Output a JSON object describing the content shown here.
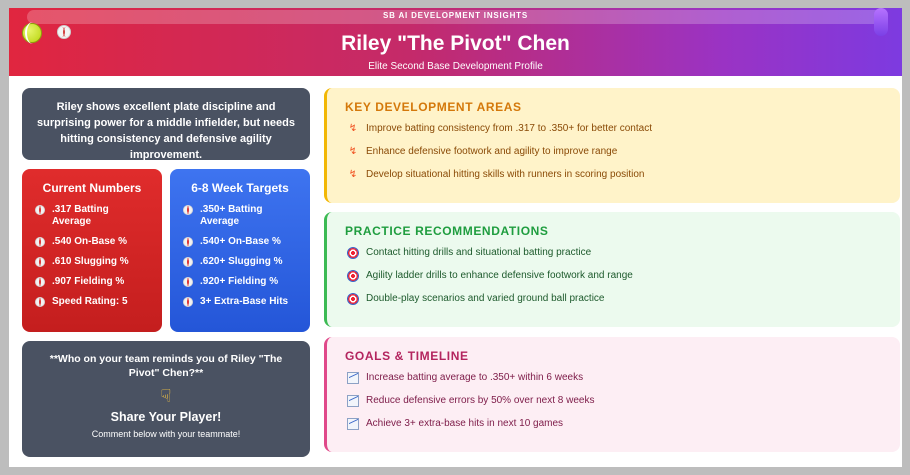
{
  "header": {
    "brand": "SB AI DEVELOPMENT INSIGHTS",
    "title": "Riley \"The Pivot\" Chen",
    "subtitle": "Elite Second Base Development Profile"
  },
  "summary": {
    "text": "Riley shows excellent plate discipline and surprising power for a middle infielder, but needs hitting consistency and defensive agility improvement."
  },
  "current_numbers": {
    "title": "Current Numbers",
    "items": [
      ".317 Batting Average",
      ".540 On-Base %",
      ".610 Slugging %",
      ".907 Fielding %",
      "Speed Rating: 5"
    ]
  },
  "targets": {
    "title": "6-8 Week Targets",
    "items": [
      ".350+ Batting Average",
      ".540+ On-Base %",
      ".620+ Slugging %",
      ".920+ Fielding %",
      "3+ Extra-Base Hits"
    ]
  },
  "share": {
    "question": "**Who on your team reminds you of Riley \"The Pivot\" Chen?**",
    "icon": "pointing-down-hand-icon",
    "title": "Share Your Player!",
    "subtitle": "Comment below with your teammate!"
  },
  "development": {
    "title": "KEY DEVELOPMENT AREAS",
    "icon": "lightning-bolt-icon",
    "items": [
      "Improve batting consistency from .317 to .350+ for better contact",
      "Enhance defensive footwork and agility to improve range",
      "Develop situational hitting skills with runners in scoring position"
    ]
  },
  "practice": {
    "title": "PRACTICE RECOMMENDATIONS",
    "icon": "target-icon",
    "items": [
      "Contact hitting drills and situational batting practice",
      "Agility ladder drills to enhance defensive footwork and range",
      "Double-play scenarios and varied ground ball practice"
    ]
  },
  "goals": {
    "title": "GOALS & TIMELINE",
    "icon": "chart-increasing-icon",
    "items": [
      "Increase batting average to .350+ within 6 weeks",
      "Reduce defensive errors by 50% over next 8 weeks",
      "Achieve 3+ extra-base hits in next 10 games"
    ]
  },
  "colors": {
    "header_start": "#e0263f",
    "header_end": "#7d3ae0",
    "current_bg": "#d42424",
    "targets_bg": "#2f64e4",
    "dark_card": "#4a5262",
    "dev_accent": "#f2b705",
    "practice_accent": "#3cba54",
    "goals_accent": "#e0498a"
  }
}
